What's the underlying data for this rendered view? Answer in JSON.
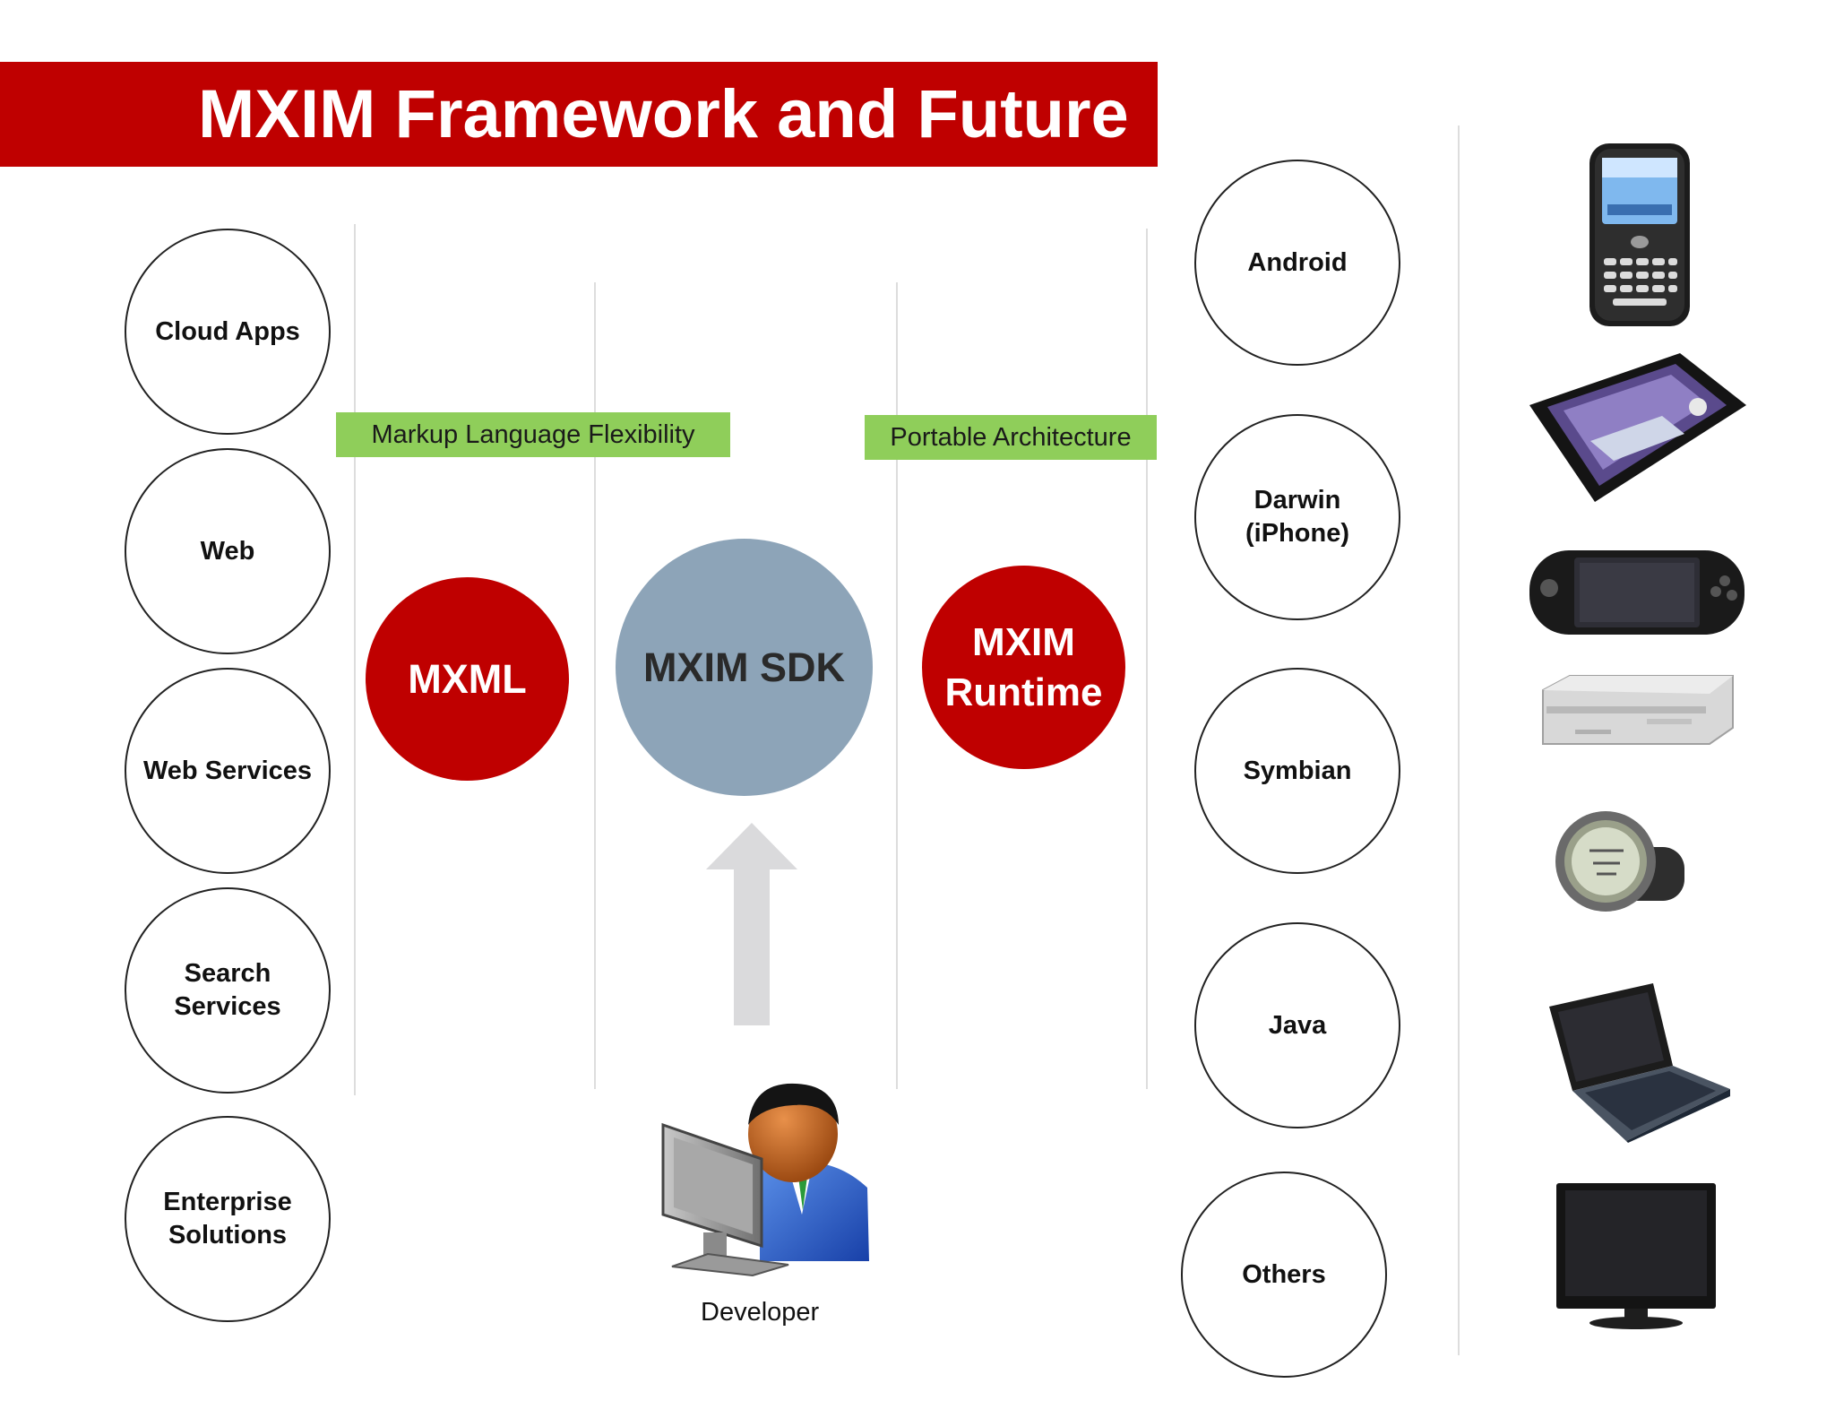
{
  "title": "MXIM Framework and Future",
  "sources": [
    "Cloud Apps",
    "Web",
    "Web Services",
    "Search\nServices",
    "Enterprise\nSolutions"
  ],
  "labels": {
    "markup": "Markup Language Flexibility",
    "portable": "Portable Architecture"
  },
  "core": {
    "mxml": "MXML",
    "sdk": "MXIM SDK",
    "runtime": "MXIM Runtime"
  },
  "platforms": [
    "Android",
    "Darwin\n(iPhone)",
    "Symbian",
    "Java",
    "Others"
  ],
  "developer": "Developer",
  "devices": [
    "smartphone-icon",
    "tablet-icon",
    "handheld-console-icon",
    "dvd-player-icon",
    "smartwatch-icon",
    "netbook-icon",
    "television-icon"
  ],
  "colors": {
    "banner": "#bf0000",
    "red_circle": "#bf0000",
    "sdk_circle": "#8da4b8",
    "label_green": "#8fce5a",
    "arrow": "#dadadc"
  }
}
